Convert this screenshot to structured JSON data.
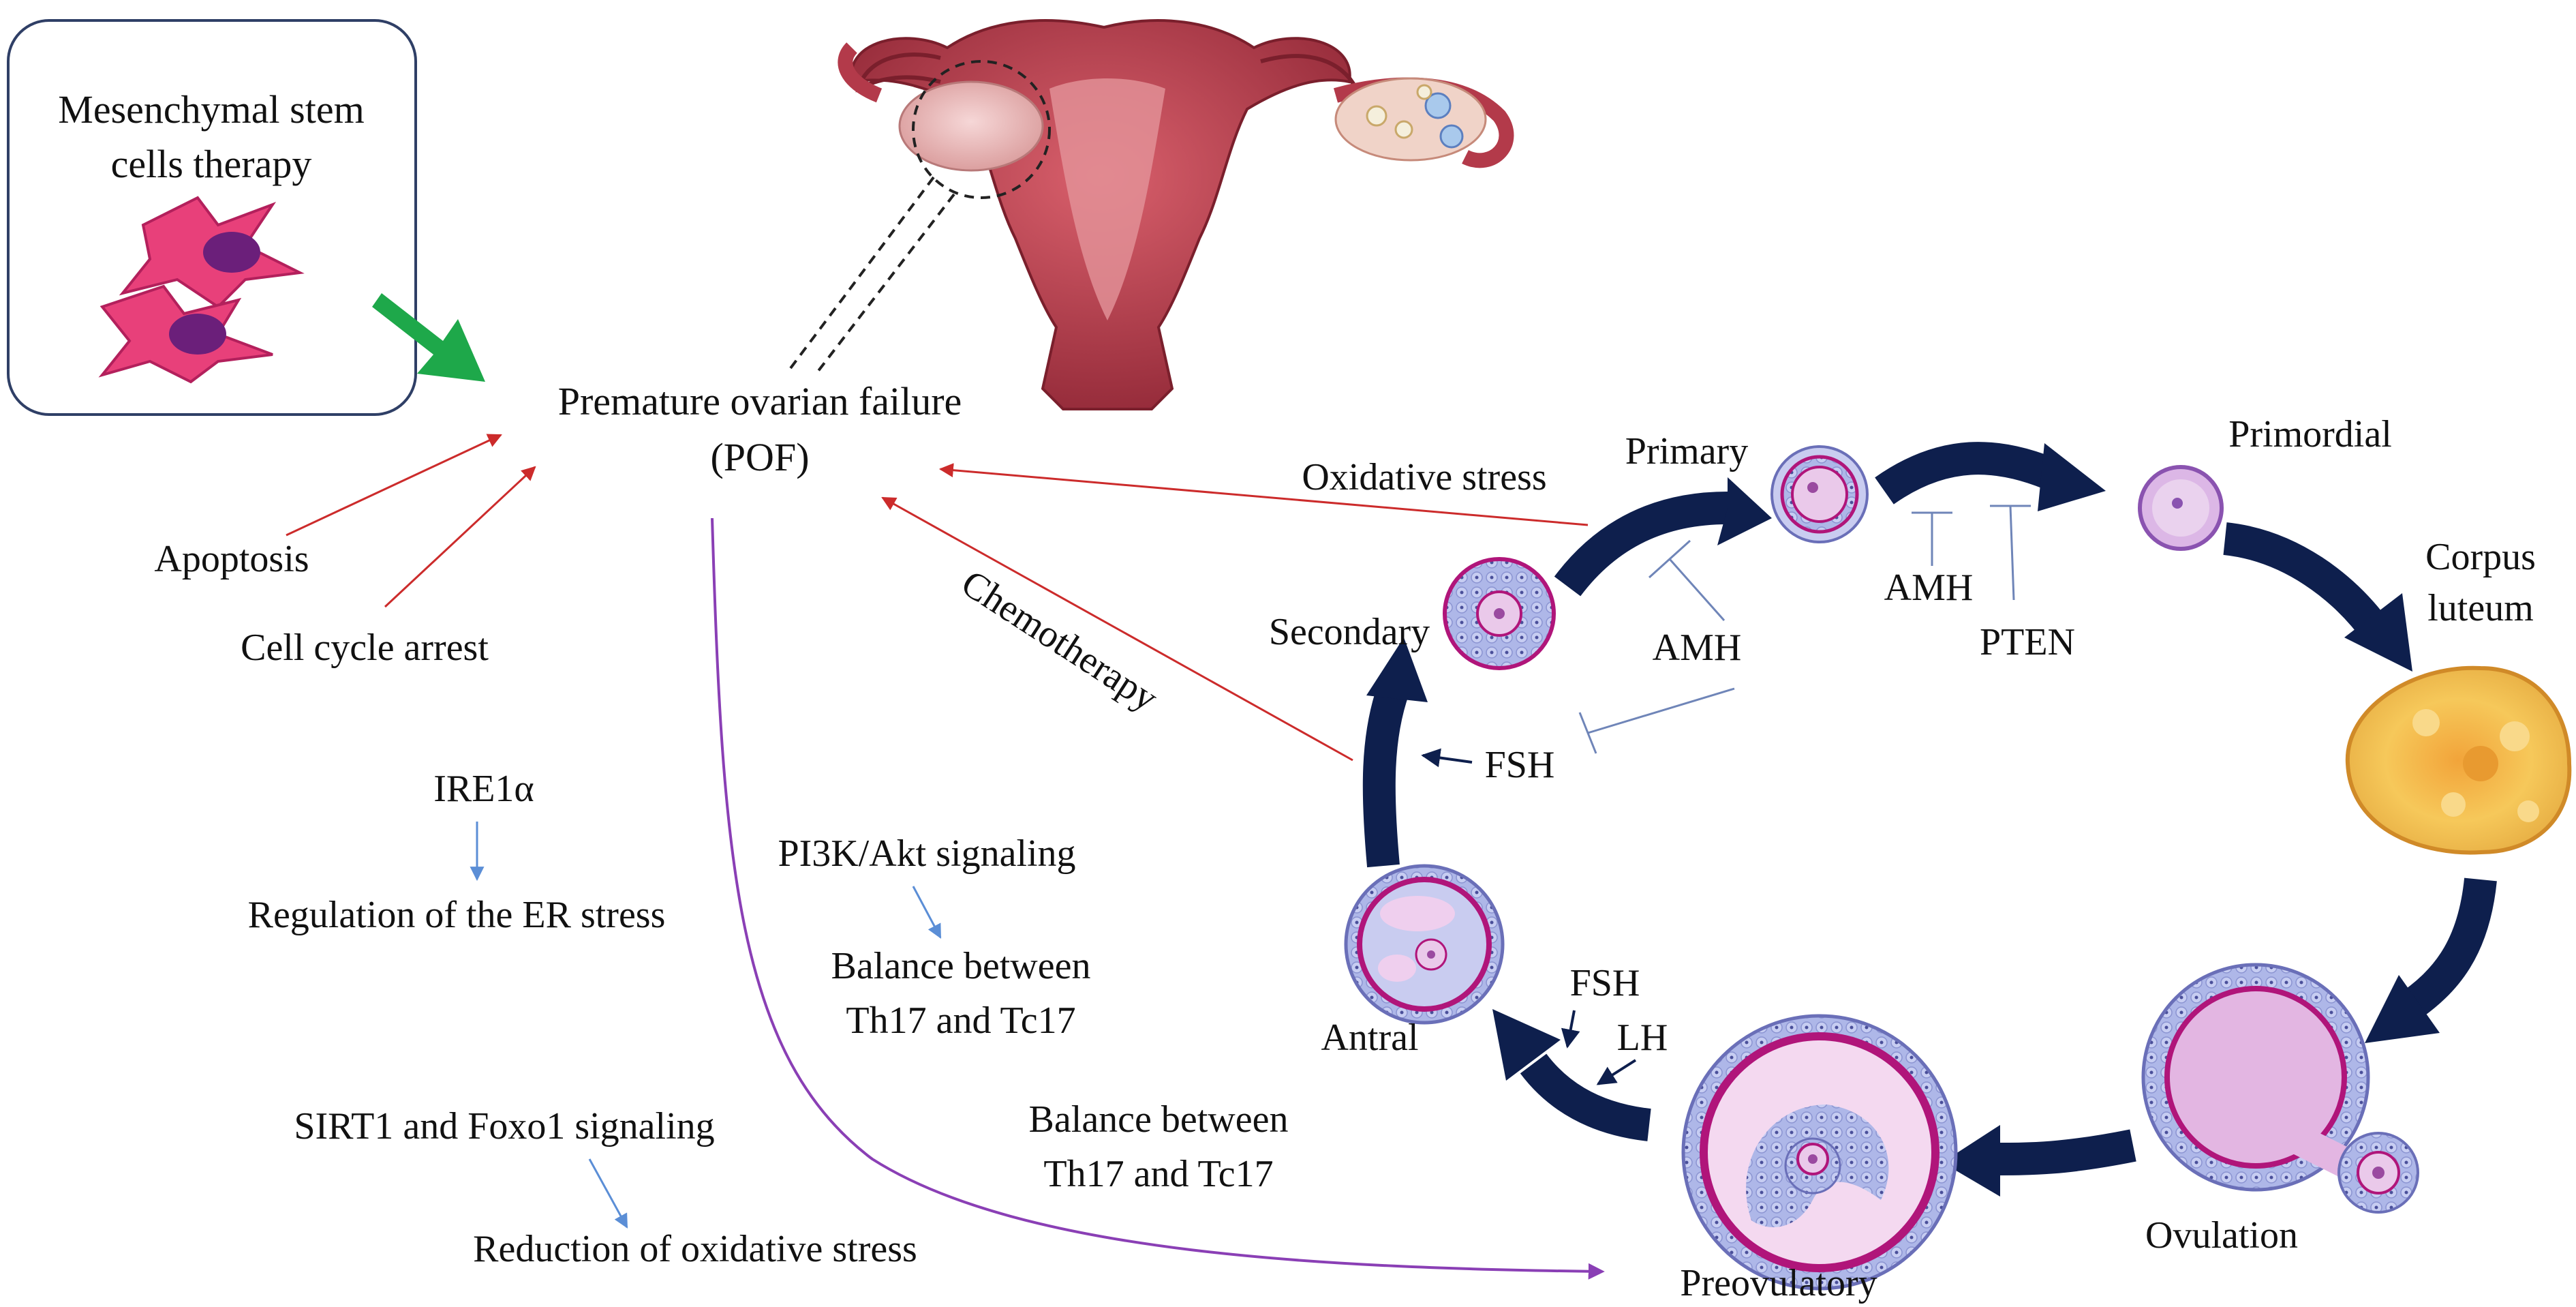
{
  "msc_box": {
    "title_line1": "Mesenchymal stem",
    "title_line2": "cells therapy"
  },
  "pof": {
    "line1": "Premature ovarian failure",
    "line2": "(POF)"
  },
  "causes": {
    "apoptosis": "Apoptosis",
    "cell_cycle_arrest": "Cell cycle arrest",
    "oxidative_stress": "Oxidative stress",
    "chemotherapy": "Chemotherapy"
  },
  "mechanisms": {
    "ire1a": "IRE1α",
    "er_stress": "Regulation of the ER stress",
    "pi3k": "PI3K/Akt signaling",
    "balance1_line1": "Balance between",
    "balance1_line2": "Th17 and Tc17",
    "sirt1": "SIRT1 and Foxo1 signaling",
    "reduction": "Reduction of oxidative stress",
    "balance2_line1": "Balance between",
    "balance2_line2": "Th17 and Tc17"
  },
  "follicle_stages": {
    "primary": "Primary",
    "primordial": "Primordial",
    "corpus_line1": "Corpus",
    "corpus_line2": "luteum",
    "ovulation": "Ovulation",
    "preovulatory": "Preovulatory",
    "antral": "Antral",
    "secondary": "Secondary"
  },
  "regulators": {
    "amh_center": "AMH",
    "amh_top": "AMH",
    "pten": "PTEN",
    "fsh_left": "FSH",
    "fsh_bottom": "FSH",
    "lh": "LH"
  },
  "colors": {
    "cycle_arrow": "#0e1f4d",
    "cause_arrow": "#cc2b2b",
    "purple_arrow": "#8a3fb5",
    "green_arrow": "#1ea84a",
    "blue_arrow": "#5b8ed6",
    "inhibit_line": "#6f85b8",
    "follicle_ring": "#b0157a",
    "uterus": "#b33a4a"
  }
}
